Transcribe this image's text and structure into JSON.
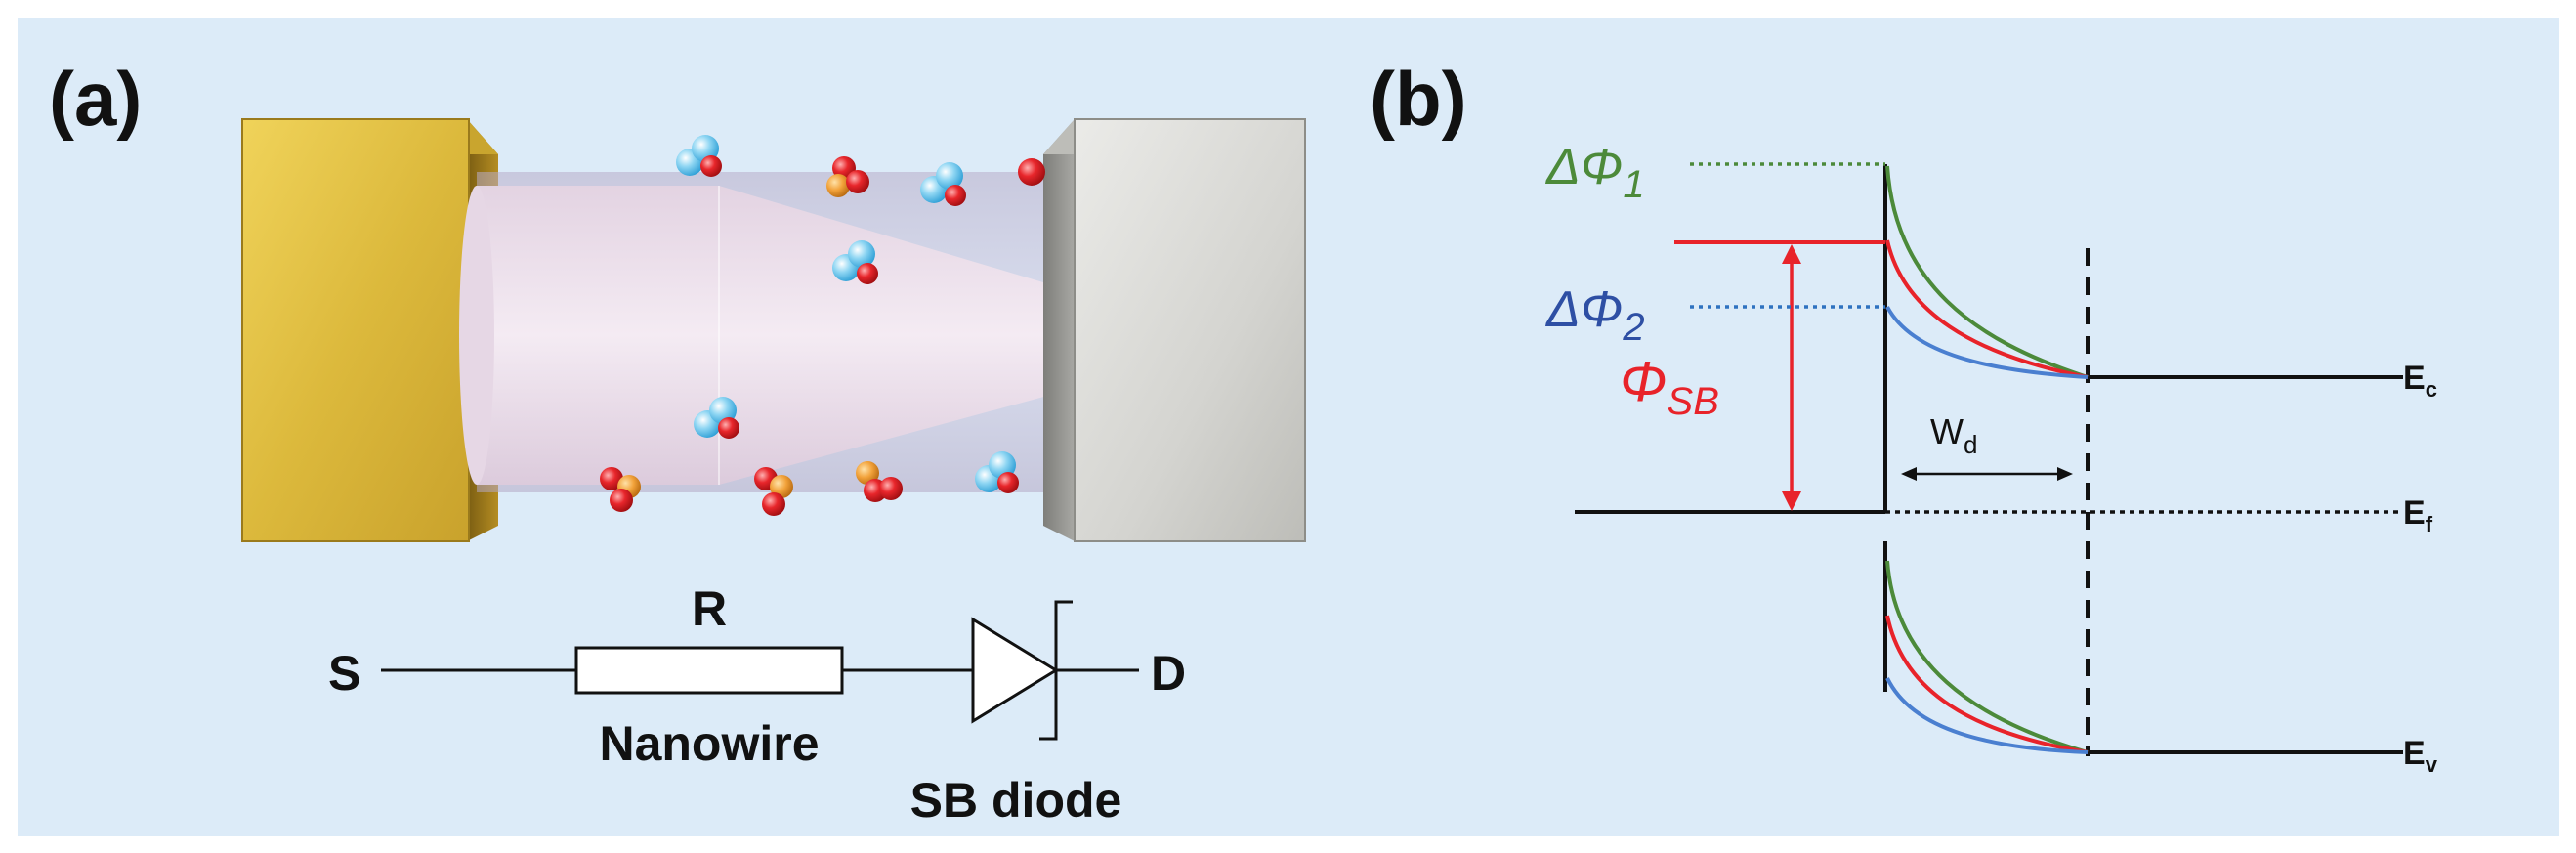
{
  "panel_a": {
    "label": "(a)",
    "circuit": {
      "source": "S",
      "drain": "D",
      "resistor": "R",
      "nanowire": "Nanowire",
      "diode": "SB diode"
    }
  },
  "panel_b": {
    "label": "(b)",
    "delta_phi_1": {
      "main": "ΔΦ",
      "sub": "1"
    },
    "delta_phi_2": {
      "main": "ΔΦ",
      "sub": "2"
    },
    "phi_sb": {
      "main": "Φ",
      "sub": "SB"
    },
    "wd": {
      "main": "W",
      "sub": "d"
    },
    "ec": {
      "main": "E",
      "sub": "c"
    },
    "ef": {
      "main": "E",
      "sub": "f"
    },
    "ev": {
      "main": "E",
      "sub": "v"
    }
  },
  "colors": {
    "background": "#dcebf8",
    "gold_contact": "#d9b83a",
    "silver_contact": "#d3d3cf",
    "nanowire": "#ecdbe9",
    "delta_phi_1": "#4c8a3a",
    "delta_phi_2": "#2e4fa4",
    "phi_sb": "#e8232a",
    "curve_blue": "#4a7fd0",
    "molecule_blue": "#6ec7ef",
    "molecule_red": "#e41d23",
    "molecule_orange": "#f2a23a"
  }
}
